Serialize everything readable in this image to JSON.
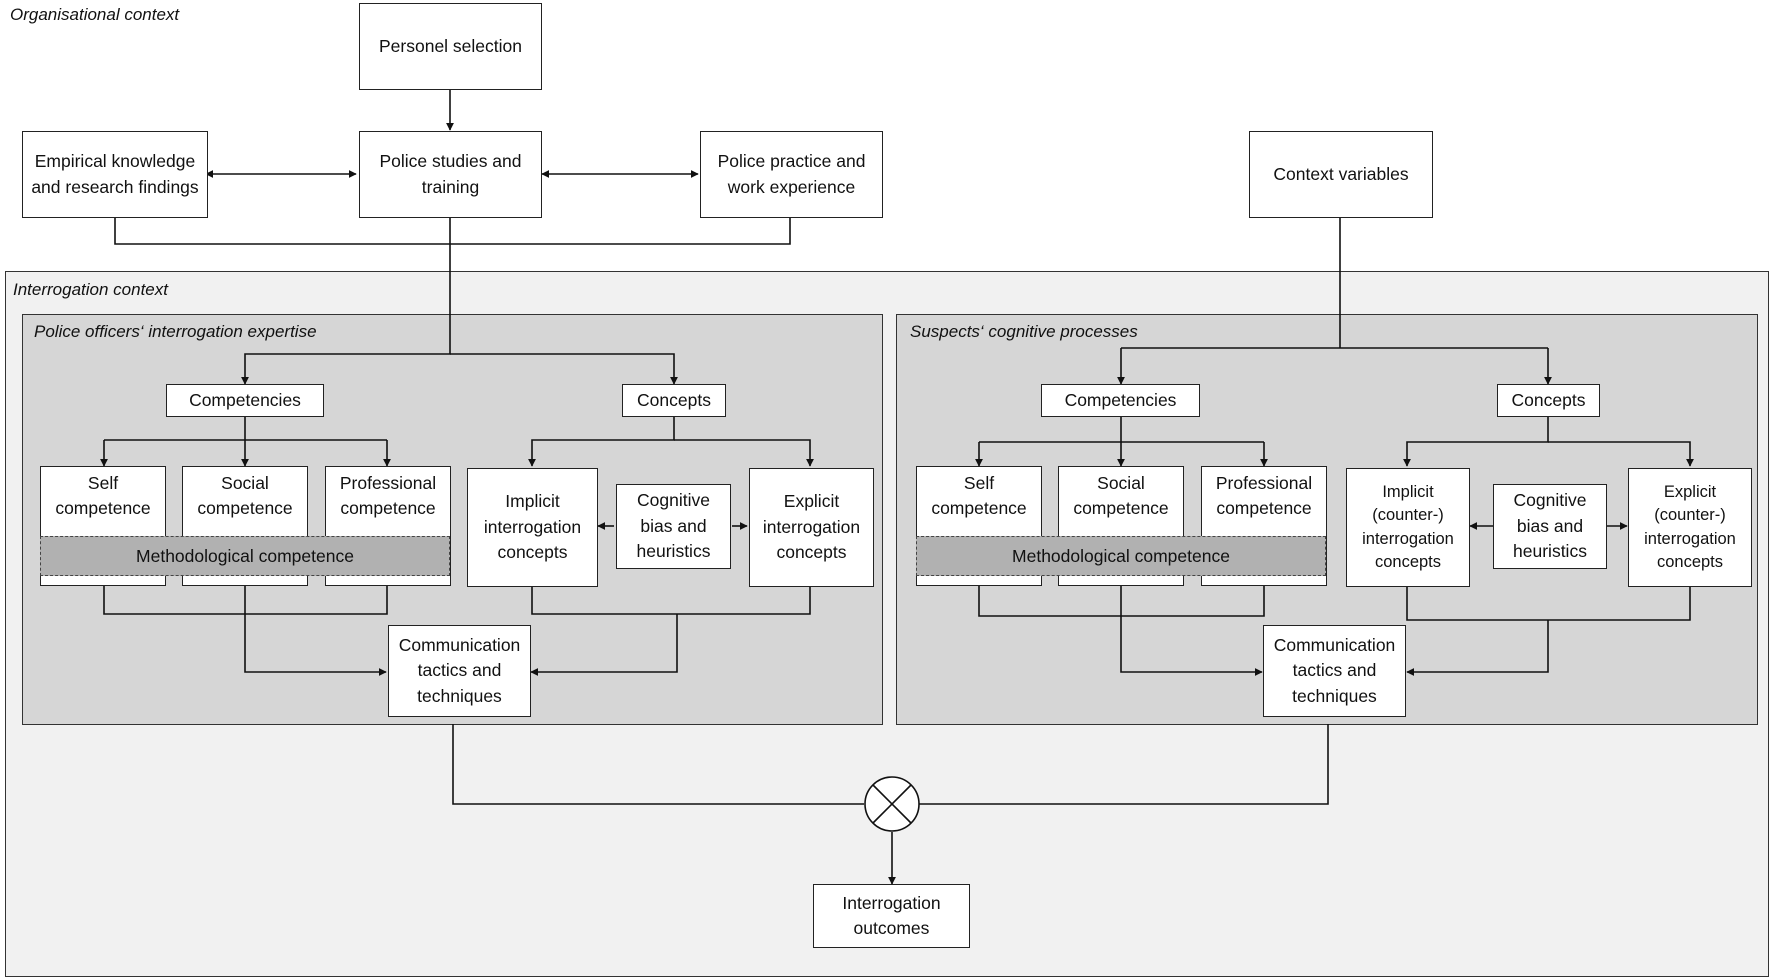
{
  "colors": {
    "outer_region": "#f1f1f1",
    "inner_region": "#d6d6d6",
    "methodological_bar": "#b1b1b1",
    "box": "#ffffff",
    "line": "#222222"
  },
  "org_context": {
    "label": "Organisational context",
    "personnel_selection": "Personel selection",
    "police_studies": "Police studies and\ntraining",
    "empirical_knowledge": "Empirical knowledge\nand research findings",
    "police_practice": "Police practice and\nwork experience"
  },
  "context_variables": "Context variables",
  "interrogation_context": {
    "label": "Interrogation context"
  },
  "officers": {
    "label": "Police officers‘ interrogation expertise",
    "competencies": "Competencies",
    "concepts": "Concepts",
    "self": "Self\ncompetence",
    "social": "Social\ncompetence",
    "professional": "Professional\ncompetence",
    "methodological": "Methodological competence",
    "implicit": "Implicit\ninterrogation\nconcepts",
    "cognitive": "Cognitive\nbias and\nheuristics",
    "explicit": "Explicit\ninterrogation\nconcepts",
    "communication": "Communication\ntactics and\ntechniques"
  },
  "suspects": {
    "label": "Suspects‘ cognitive processes",
    "competencies": "Competencies",
    "concepts": "Concepts",
    "self": "Self\ncompetence",
    "social": "Social\ncompetence",
    "professional": "Professional\ncompetence",
    "methodological": "Methodological competence",
    "implicit": "Implicit\n(counter-)\ninterrogation\nconcepts",
    "cognitive": "Cognitive\nbias and\nheuristics",
    "explicit": "Explicit\n(counter-)\ninterrogation\nconcepts",
    "communication": "Communication\ntactics and\ntechniques"
  },
  "outcomes": "Interrogation\noutcomes"
}
